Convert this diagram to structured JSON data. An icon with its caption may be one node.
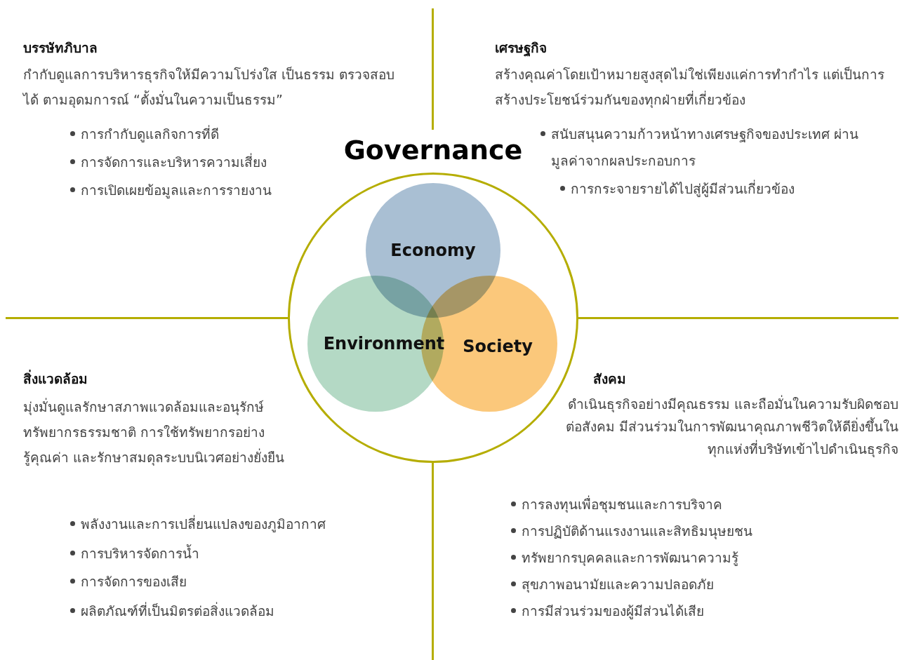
{
  "diagram": {
    "nodes": [
      {
        "text": [
          "Governance"
        ]
      },
      {
        "text": [
          "Economy"
        ],
        "in": 0
      },
      {
        "text": [
          "Environment"
        ],
        "in": 0
      },
      {
        "text": [
          "Society"
        ],
        "in": 0
      }
    ],
    "labels": [
      "บรรษัทภิบาล",
      "กำกับดูแลการบริหารธุรกิจให้มีความโปร่งใส เป็นธรรม ตรวจสอบได้ ตามอุดมการณ์ “ตั้งมั่นในความเป็นธรรม”",
      "การกำกับดูแลกิจการที่ดี",
      "การจัดการและบริหารความเสี่ยง",
      "การเปิดเผยข้อมูลและการรายงาน",
      "เศรษฐกิจ",
      "สร้างคุณค่าโดยเป้าหมายสูงสุดไม่ใช่เพียงแค่การทำกำไร แต่เป็นการสร้างประโยชน์ร่วมกันของทุกฝ่ายที่เกี่ยวข้อง",
      "สนับสนุนความก้าวหน้าทางเศรษฐกิจของประเทศ ผ่านมูลค่าจากผลประกอบการ",
      "การกระจายรายได้ไปสู่ผู้มีส่วนเกี่ยวข้อง",
      "สิ่งแวดล้อม",
      "มุ่งมั่นดูแลรักษาสภาพแวดล้อมและอนุรักษ์ทรัพยากรธรรมชาติ การใช้ทรัพยากรอย่างรู้คุณค่า และรักษาสมดุลระบบนิเวศอย่างยั่งยืน",
      "พลังงานและการเปลี่ยนแปลงของภูมิอากาศ",
      "การบริหารจัดการน้ำ",
      "การจัดการของเสีย",
      "ผลิตภัณฑ์ที่เป็นมิตรต่อสิ่งแวดล้อม",
      "สังคม",
      "ดำเนินธุรกิจอย่างมีคุณธรรม และถือมั่นในความรับผิดชอบต่อสังคม มีส่วนร่วมในการพัฒนาคุณภาพชีวิตให้ดียิ่งขึ้นในทุกแห่งที่บริษัทเข้าไปดำเนินธุรกิจ",
      "การลงทุนเพื่อชุมชนและการบริจาค",
      "การปฏิบัติด้านแรงงานและสิทธิมนุษยชน",
      "ทรัพยากรบุคคลและการพัฒนาความรู้",
      "สุขภาพอนามัยและความปลอดภัย",
      "การมีส่วนร่วมของผู้มีส่วนได้เสีย"
    ]
  }
}
